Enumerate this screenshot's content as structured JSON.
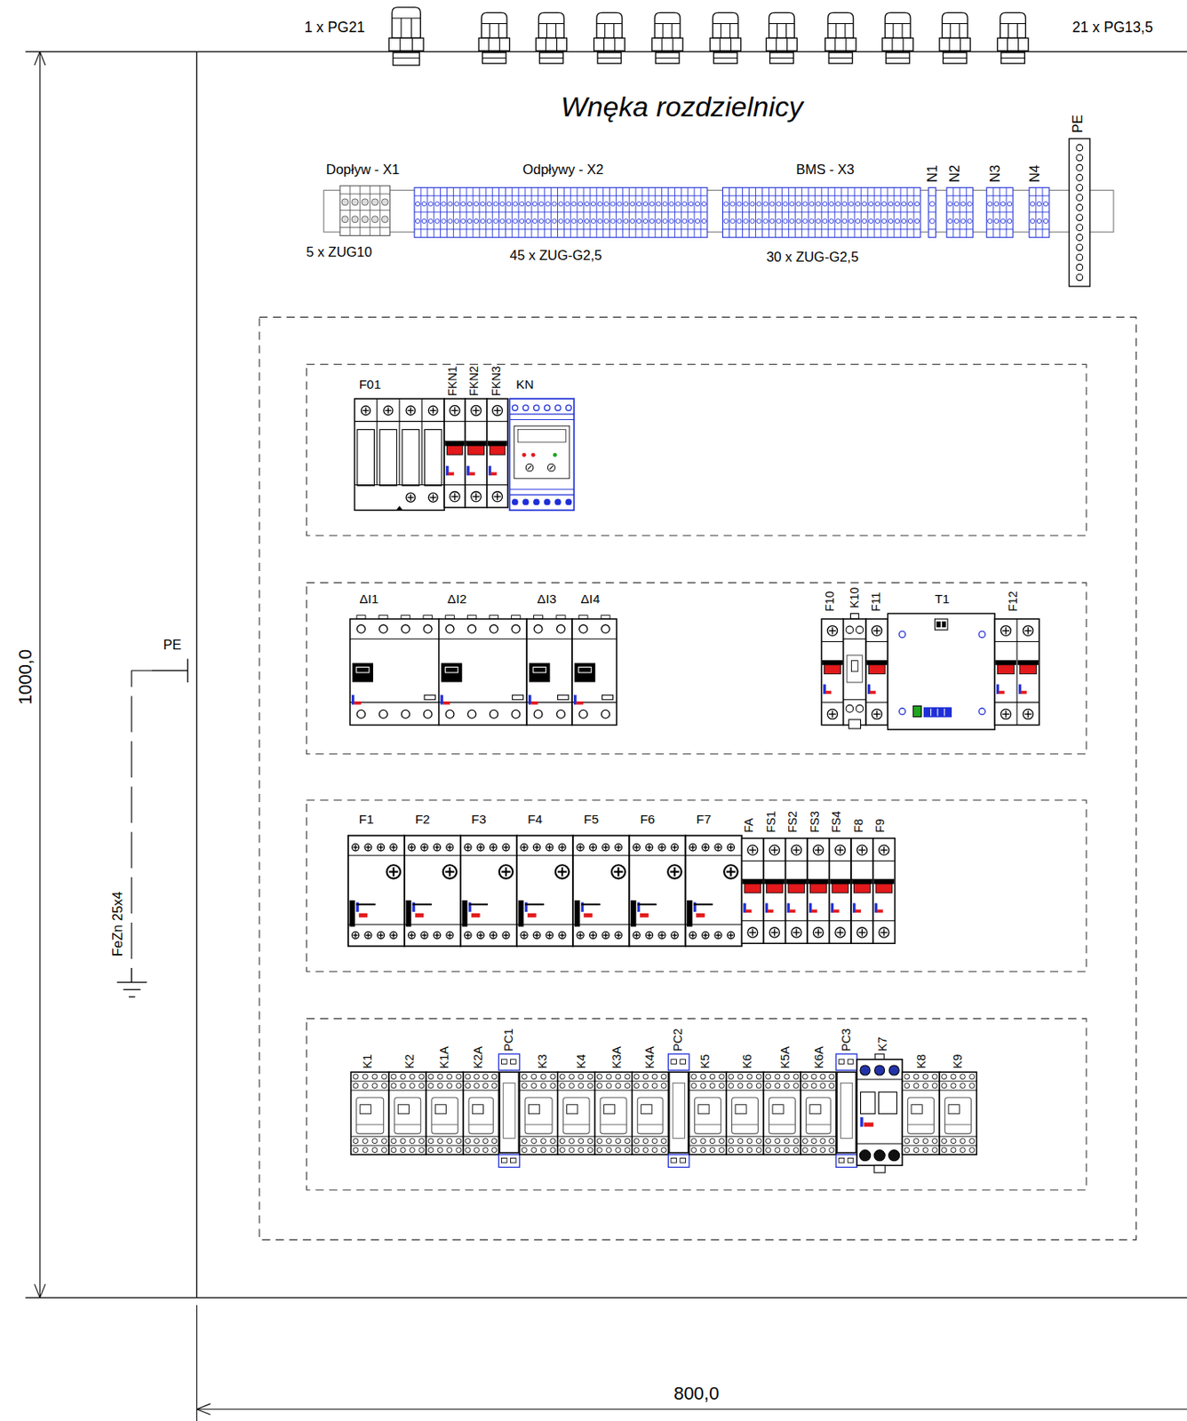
{
  "diagram": {
    "title": "Wnęka rozdzielnicy",
    "nodes": [
      {
        "text": [
          "Dopływ - X1",
          "5 x ZUG10"
        ]
      },
      {
        "text": [
          "Odpływy - X2",
          "45 x ZUG-G2,5"
        ]
      },
      {
        "text": [
          "BMS - X3",
          "30 x ZUG-G2,5"
        ]
      },
      {
        "text": [
          "N1"
        ]
      },
      {
        "text": [
          "N2"
        ]
      },
      {
        "text": [
          "N3"
        ]
      },
      {
        "text": [
          "N4"
        ]
      },
      {
        "text": [
          "PE"
        ]
      },
      {
        "text": [
          "F01"
        ]
      },
      {
        "text": [
          "FKN1"
        ]
      },
      {
        "text": [
          "FKN2"
        ]
      },
      {
        "text": [
          "FKN3"
        ]
      },
      {
        "text": [
          "KN"
        ]
      },
      {
        "text": [
          "ΔI1"
        ]
      },
      {
        "text": [
          "ΔI2"
        ]
      },
      {
        "text": [
          "ΔI3"
        ]
      },
      {
        "text": [
          "ΔI4"
        ]
      },
      {
        "text": [
          "F10"
        ]
      },
      {
        "text": [
          "K10"
        ]
      },
      {
        "text": [
          "F11"
        ]
      },
      {
        "text": [
          "T1"
        ]
      },
      {
        "text": [
          "F12"
        ]
      },
      {
        "text": [
          "F1"
        ]
      },
      {
        "text": [
          "F2"
        ]
      },
      {
        "text": [
          "F3"
        ]
      },
      {
        "text": [
          "F4"
        ]
      },
      {
        "text": [
          "F5"
        ]
      },
      {
        "text": [
          "F6"
        ]
      },
      {
        "text": [
          "F7"
        ]
      },
      {
        "text": [
          "FA"
        ]
      },
      {
        "text": [
          "FS1"
        ]
      },
      {
        "text": [
          "FS2"
        ]
      },
      {
        "text": [
          "FS3"
        ]
      },
      {
        "text": [
          "FS4"
        ]
      },
      {
        "text": [
          "F8"
        ]
      },
      {
        "text": [
          "F9"
        ]
      },
      {
        "text": [
          "K1"
        ]
      },
      {
        "text": [
          "K2"
        ]
      },
      {
        "text": [
          "K1A"
        ]
      },
      {
        "text": [
          "K2A"
        ]
      },
      {
        "text": [
          "PC1"
        ]
      },
      {
        "text": [
          "K3"
        ]
      },
      {
        "text": [
          "K4"
        ]
      },
      {
        "text": [
          "K3A"
        ]
      },
      {
        "text": [
          "K4A"
        ]
      },
      {
        "text": [
          "PC2"
        ]
      },
      {
        "text": [
          "K5"
        ]
      },
      {
        "text": [
          "K6"
        ]
      },
      {
        "text": [
          "K5A"
        ]
      },
      {
        "text": [
          "K6A"
        ]
      },
      {
        "text": [
          "PC3"
        ]
      },
      {
        "text": [
          "K7"
        ]
      },
      {
        "text": [
          "K8"
        ]
      },
      {
        "text": [
          "K9"
        ]
      }
    ],
    "labels": [
      "1 x PG21",
      "21 x PG13,5",
      "1000,0",
      "PE",
      "FeZn 25x4",
      "800,0"
    ]
  }
}
